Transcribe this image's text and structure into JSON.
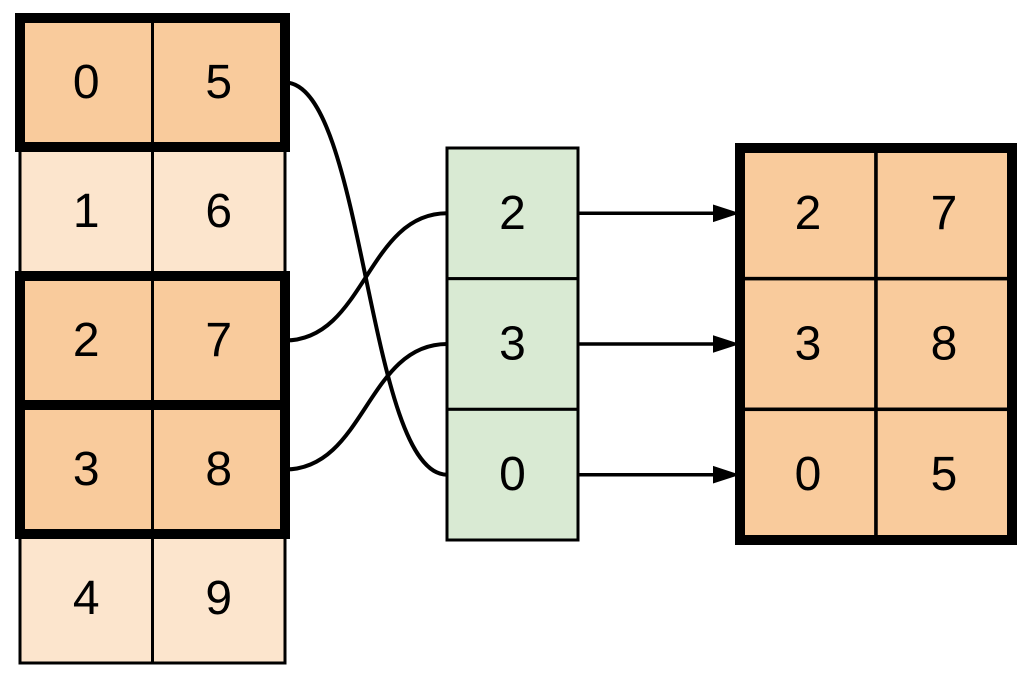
{
  "source_table": {
    "rows": [
      {
        "cells": [
          "0",
          "5"
        ],
        "highlighted": true
      },
      {
        "cells": [
          "1",
          "6"
        ],
        "highlighted": false
      },
      {
        "cells": [
          "2",
          "7"
        ],
        "highlighted": true
      },
      {
        "cells": [
          "3",
          "8"
        ],
        "highlighted": true
      },
      {
        "cells": [
          "4",
          "9"
        ],
        "highlighted": false
      }
    ]
  },
  "index_column": {
    "values": [
      "2",
      "3",
      "0"
    ]
  },
  "result_table": {
    "rows": [
      {
        "cells": [
          "2",
          "7"
        ]
      },
      {
        "cells": [
          "3",
          "8"
        ]
      },
      {
        "cells": [
          "0",
          "5"
        ]
      }
    ]
  },
  "connections": {
    "curves": [
      {
        "from_source_row": 0,
        "to_index_pos": 2
      },
      {
        "from_source_row": 2,
        "to_index_pos": 0
      },
      {
        "from_source_row": 3,
        "to_index_pos": 1
      }
    ],
    "arrows": [
      {
        "from_index_pos": 0,
        "to_result_row": 0
      },
      {
        "from_index_pos": 1,
        "to_result_row": 1
      },
      {
        "from_index_pos": 2,
        "to_result_row": 2
      }
    ]
  },
  "colors": {
    "highlight_fill": "#f9cb9c",
    "plain_fill": "#fce5cd",
    "index_fill": "#d9ead3",
    "line": "#000000",
    "background": "#ffffff"
  }
}
